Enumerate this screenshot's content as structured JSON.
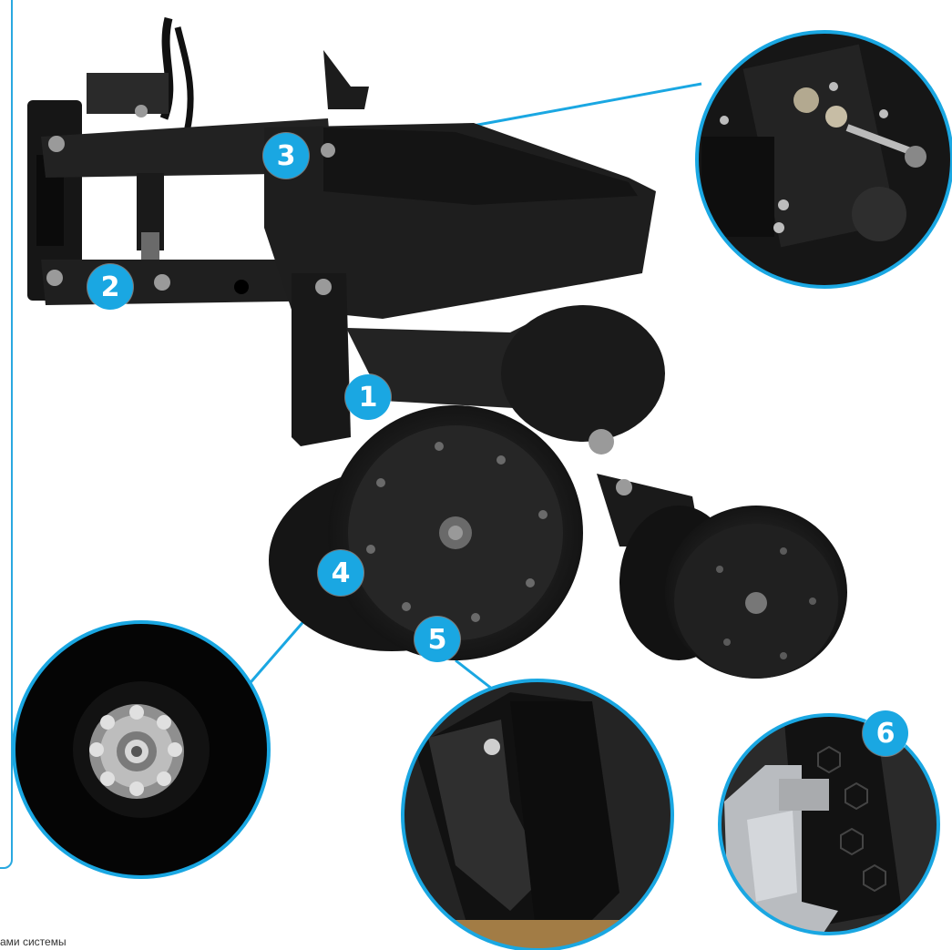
{
  "caption": "ами системы",
  "callouts": [
    {
      "label": "1"
    },
    {
      "label": "2"
    },
    {
      "label": "3"
    },
    {
      "label": "4"
    },
    {
      "label": "5"
    },
    {
      "label": "6"
    }
  ],
  "colors": {
    "accent": "#1aa7e2",
    "machine": "#1b1b1b",
    "background": "#ffffff"
  }
}
